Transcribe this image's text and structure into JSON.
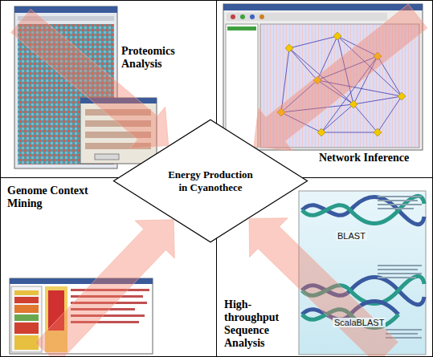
{
  "diagram": {
    "nodes": [
      {
        "text": [
          "Proteomics Analysis"
        ]
      },
      {
        "text": [
          "Network Inference"
        ]
      },
      {
        "text": [
          "Energy Production in Cyanothece"
        ]
      },
      {
        "text": [
          "Genome Context Mining"
        ]
      },
      {
        "text": [
          "High-throughput Sequence Analysis"
        ]
      }
    ],
    "edges": [
      {
        "from": 0,
        "to": 2,
        "arrow": "to"
      },
      {
        "from": 1,
        "to": 2,
        "arrow": "to"
      },
      {
        "from": 3,
        "to": 2,
        "arrow": "to"
      },
      {
        "from": 4,
        "to": 2,
        "arrow": "to"
      }
    ],
    "labels": [
      "BLAST",
      "ScalaBLAST"
    ]
  }
}
